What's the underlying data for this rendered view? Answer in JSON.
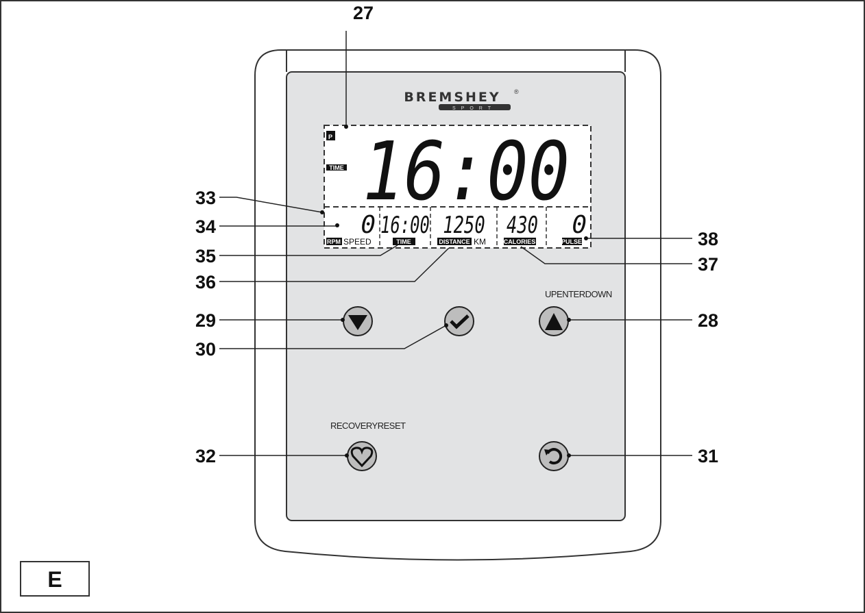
{
  "figure_label": "E",
  "brand": {
    "name": "BREMSHEY",
    "sub": "SPORT",
    "mark": "®"
  },
  "display": {
    "program_indicator": "P",
    "main_label": "TIME",
    "main_value": "16:00",
    "fields": [
      {
        "value": "0",
        "labels": [
          "RPM",
          "SPEED"
        ]
      },
      {
        "value": "16:00",
        "labels": [
          "TIME"
        ]
      },
      {
        "value": "1250",
        "labels": [
          "DISTANCE",
          "KM"
        ]
      },
      {
        "value": "430",
        "labels": [
          "CALORIES"
        ]
      },
      {
        "value": "0",
        "labels": [
          "PULSE"
        ]
      }
    ]
  },
  "button_labels": {
    "top": "UPENTERDOWN",
    "bottom": "RECOVERYRESET"
  },
  "buttons": [
    {
      "icon": "triangle-down-icon",
      "callout": "29"
    },
    {
      "icon": "checkmark-icon",
      "callout": "30"
    },
    {
      "icon": "triangle-up-icon",
      "callout": "28"
    },
    {
      "icon": "heart-icon",
      "callout": "32"
    },
    {
      "icon": "reset-arrow-icon",
      "callout": "31"
    }
  ],
  "callouts": {
    "c27": "27",
    "c33": "33",
    "c34": "34",
    "c35": "35",
    "c36": "36",
    "c37": "37",
    "c38": "38"
  }
}
